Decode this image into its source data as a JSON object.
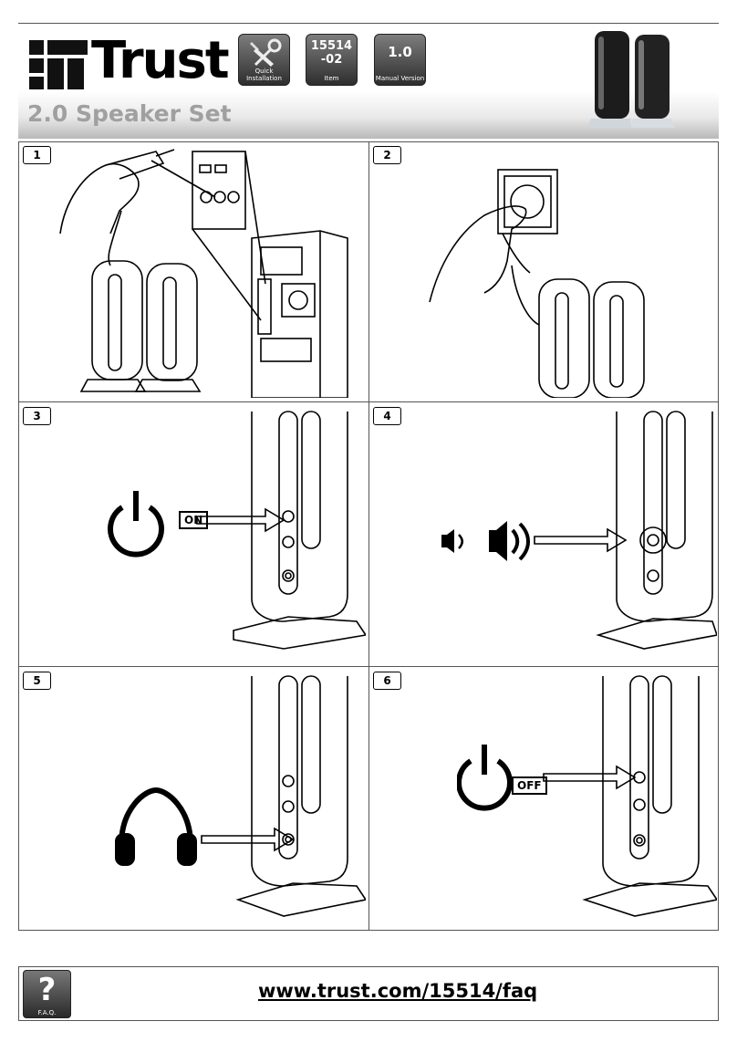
{
  "header": {
    "brand": "Trust",
    "product_title": "2.0 Speaker Set",
    "badges": [
      {
        "big": "",
        "small": "Quick Installation",
        "icon": "wrench-icon"
      },
      {
        "big": "15514 -02",
        "small": "Item"
      },
      {
        "big": "1.0",
        "small": "Manual Version"
      }
    ]
  },
  "steps": [
    {
      "number": "1"
    },
    {
      "number": "2"
    },
    {
      "number": "3",
      "label": "ON"
    },
    {
      "number": "4"
    },
    {
      "number": "5"
    },
    {
      "number": "6",
      "label": "OFF"
    }
  ],
  "footer": {
    "faq_icon_symbol": "?",
    "faq_icon_text": "F.A.Q.",
    "faq_url": "www.trust.com/15514/faq"
  }
}
